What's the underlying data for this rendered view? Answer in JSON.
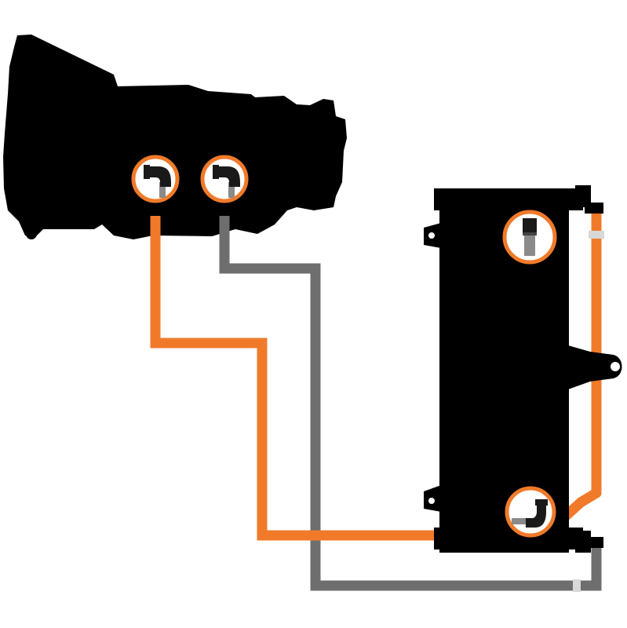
{
  "diagram": {
    "components": [
      "transmission-silhouette",
      "oil-cooler",
      "fitting-callouts",
      "supply-line",
      "return-line"
    ],
    "colors": {
      "background": "#ffffff",
      "silhouette": "#000000",
      "supply_line": "#f07a2a",
      "return_line": "#6e6e6e",
      "callout_ring": "#f07a2a",
      "callout_fill": "#ffffff",
      "fitting_body": "#1a1a1a",
      "fitting_hose": "#8a8a8a",
      "clamp": "#d8d8d8"
    },
    "icons": {
      "straight_fitting": "straight-an-fitting-icon",
      "elbow_fitting": "elbow-an-fitting-icon"
    }
  }
}
